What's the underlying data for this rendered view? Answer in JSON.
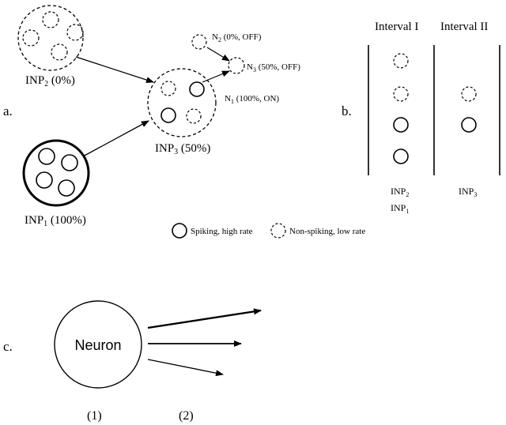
{
  "panel_a": {
    "label": "a.",
    "inp2": {
      "name": "INP",
      "sub": "2",
      "rate": " (0%)"
    },
    "inp1": {
      "name": "INP",
      "sub": "1",
      "rate": " (100%)"
    },
    "inp3": {
      "name": "INP",
      "sub": "3",
      "rate": " (50%)"
    },
    "n2": {
      "name": "N",
      "sub": "2",
      "info": " (0%, OFF)"
    },
    "n3": {
      "name": "N",
      "sub": "3",
      "info": " (50%, OFF)"
    },
    "n1": {
      "name": "N",
      "sub": "1",
      "info": " (100%, ON)"
    }
  },
  "panel_b": {
    "label": "b.",
    "interval1": "Interval I",
    "interval2": "Interval II",
    "col1_labels": [
      {
        "name": "INP",
        "sub": "2"
      },
      {
        "name": "INP",
        "sub": "1"
      }
    ],
    "col2_label": {
      "name": "INP",
      "sub": "3"
    }
  },
  "legend": {
    "spiking": "Spiking, high rate",
    "nonspiking": "Non-spiking, low rate"
  },
  "panel_c": {
    "label": "c.",
    "neuron": "Neuron",
    "step1": "(1)",
    "step2": "(2)"
  }
}
